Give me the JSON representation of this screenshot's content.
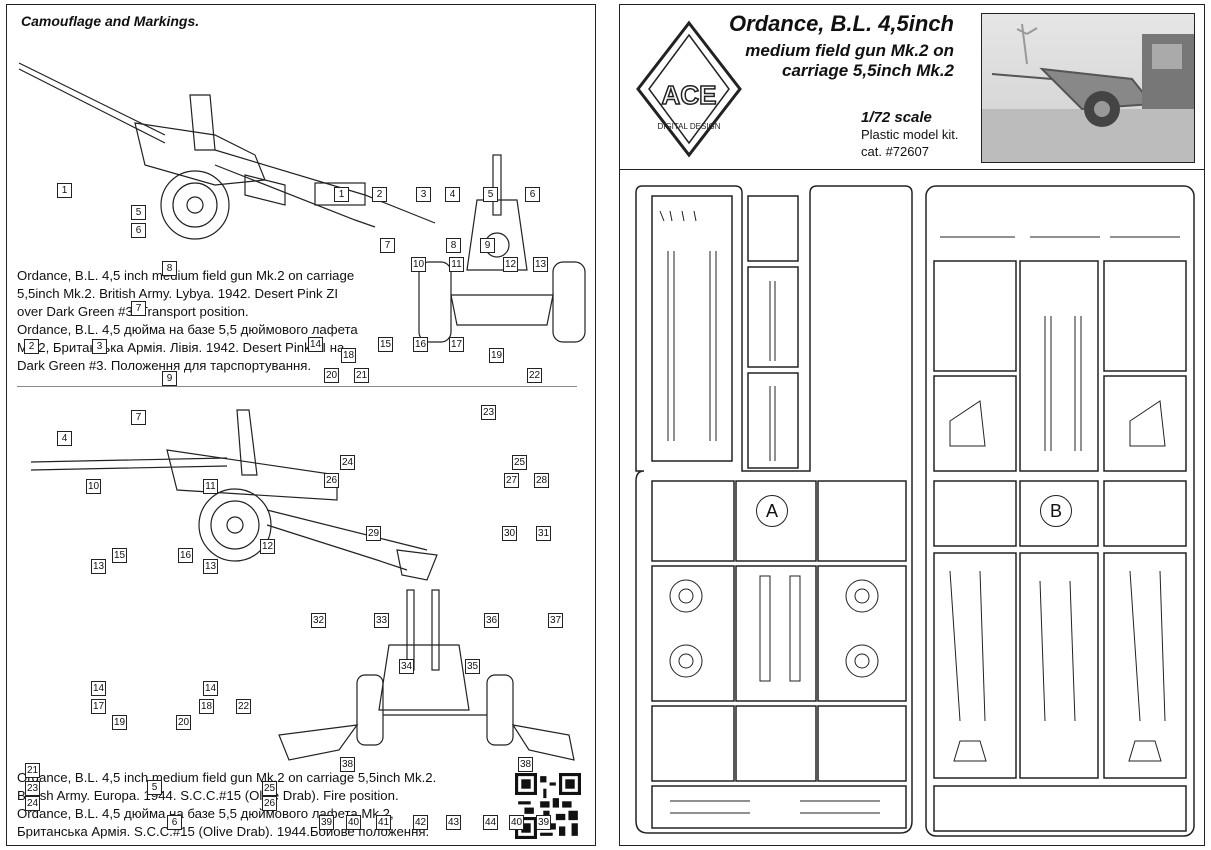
{
  "left": {
    "heading": "Camouflage and Markings.",
    "caption1": [
      "Ordance, B.L. 4,5 inch medium field gun Mk.2 on carriage",
      "5,5inch Mk.2. British Army. Lybya. 1942. Desert Pink ZI",
      "over Dark Green #3. Transport position.",
      "Ordance, B.L. 4,5 дюйма на базе 5,5 дюймового лафета",
      "Mk.2, Британська Армія. Лівія. 1942. Desert Pink ZI на",
      "Dark Green #3. Положення для тарспортування."
    ],
    "caption2": [
      "Ordance, B.L. 4,5 inch medium field gun Mk.2 on carriage 5,5inch Mk.2.",
      "British Army. Europa. 1944. S.C.C.#15 (Olive Drab). Fire position.",
      "Ordance, B.L. 4,5 дюйма на базе 5,5 дюймового лафета Mk.2,",
      "Британська Армія. S.C.C.#15 (Olive Drab). 1944.Бойове положення."
    ]
  },
  "right": {
    "title1": "Ordance, B.L. 4,5inch",
    "title2": "medium field gun Mk.2 on",
    "title3": "carriage 5,5inch Mk.2",
    "logo_text": "ACE",
    "logo_ring": "DIGITAL DESIGN",
    "scale": "1/72 scale",
    "kit": "Plastic model kit.",
    "cat": "cat. #72607",
    "sprue_a": "A",
    "sprue_b": "B"
  },
  "sprue_a_labels": [
    "1",
    "2",
    "3",
    "4",
    "5",
    "6",
    "7",
    "7",
    "8",
    "9",
    "10",
    "11",
    "12",
    "13",
    "13",
    "14",
    "14",
    "15",
    "16",
    "17",
    "18",
    "19",
    "20",
    "21",
    "22",
    "23",
    "24",
    "25",
    "26",
    "5",
    "6"
  ],
  "sprue_b_labels": [
    "1",
    "2",
    "3",
    "4",
    "5",
    "6",
    "7",
    "8",
    "9",
    "10",
    "11",
    "12",
    "13",
    "14",
    "15",
    "16",
    "17",
    "18",
    "19",
    "20",
    "21",
    "22",
    "23",
    "24",
    "25",
    "26",
    "27",
    "28",
    "29",
    "30",
    "31",
    "32",
    "33",
    "34",
    "35",
    "36",
    "37",
    "38",
    "38",
    "39",
    "40",
    "41",
    "42",
    "43",
    "44",
    "40",
    "39"
  ]
}
